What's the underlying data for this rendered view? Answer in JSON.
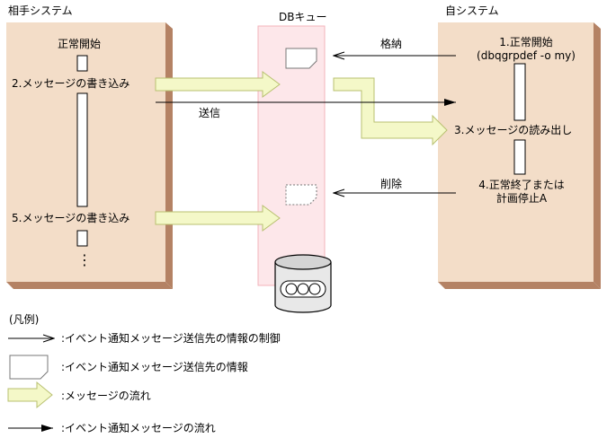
{
  "partner": {
    "title": "相手システム",
    "normal_start": "正常開始",
    "step2": "2.メッセージの書き込み",
    "step5": "5.メッセージの書き込み",
    "ellipsis": "⋮"
  },
  "queue": {
    "title": "DBキュー"
  },
  "own": {
    "title": "自システム",
    "step1_line1": "1.正常開始",
    "step1_line2": "(dbqgrpdef -o my)",
    "step3": "3.メッセージの読み出し",
    "step4_line1": "4.正常終了または",
    "step4_line2": "計画停止A"
  },
  "arrows": {
    "store": "格納",
    "send": "送信",
    "delete": "削除"
  },
  "legend": {
    "heading": "(凡例)",
    "control": ":イベント通知メッセージ送信先の情報の制御",
    "info": ":イベント通知メッセージ送信先の情報",
    "flow": ":メッセージの流れ",
    "event_flow": ":イベント通知メッセージの流れ"
  },
  "colors": {
    "box_fill": "#f3ddc8",
    "box_shadow": "#b48264",
    "queue_fill": "#fde7ea",
    "queue_border": "#f3b3bb",
    "flow_arrow_fill": "#f4f8c8",
    "flow_arrow_border": "#b8c070"
  },
  "icons": {
    "database": "database-cylinder-icon",
    "message_info": "message-info-icon"
  }
}
